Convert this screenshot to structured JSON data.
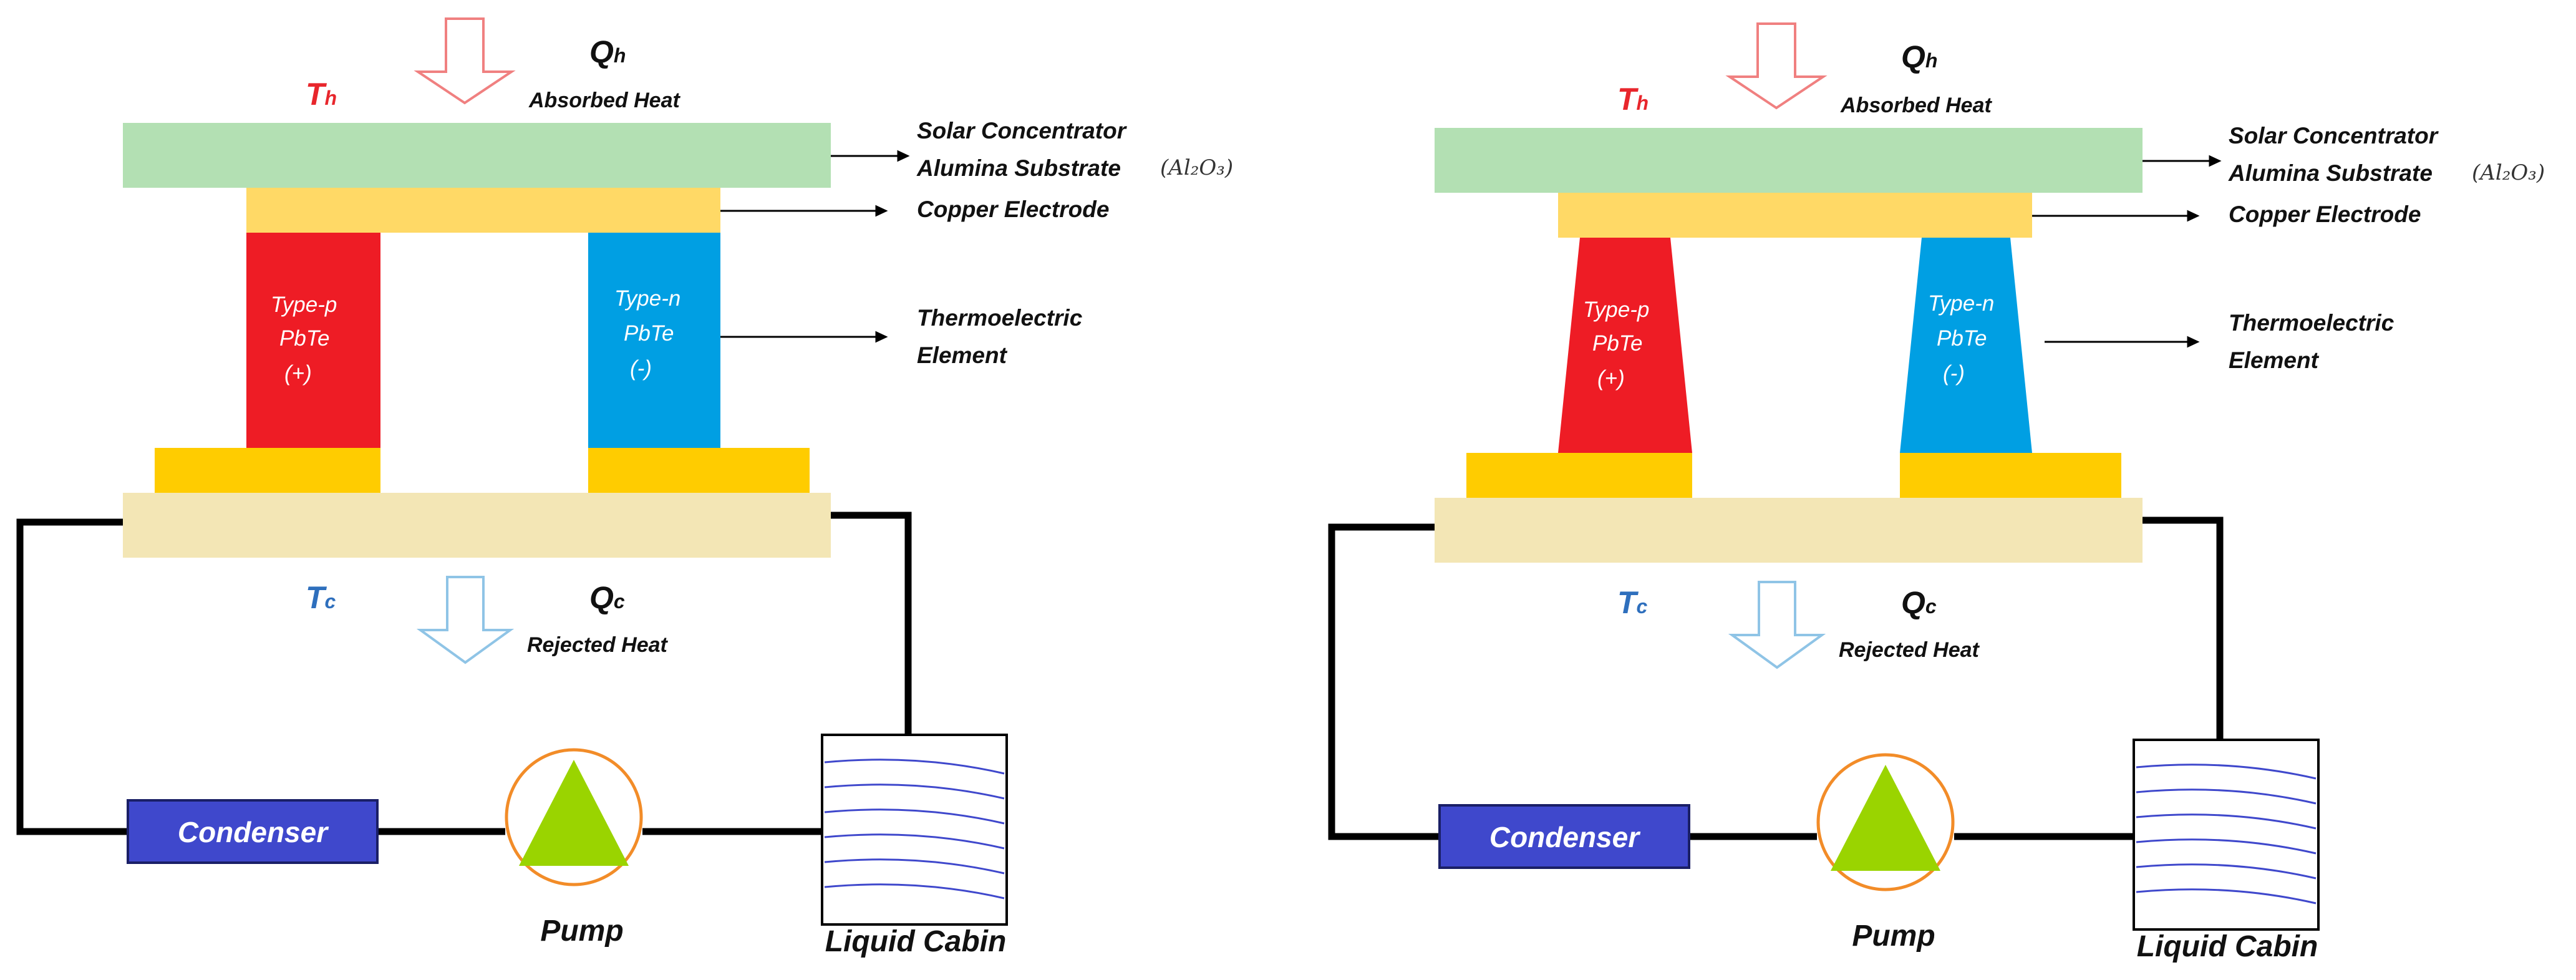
{
  "diagrams": [
    {
      "variant": "rectangular-legs",
      "q_hot": "Q",
      "q_hot_sub": "h",
      "absorbed_heat": "Absorbed Heat",
      "t_hot": "T",
      "t_hot_sub": "h",
      "solar_concentrator": "Solar Concentrator",
      "alumina_substrate": "Alumina Substrate",
      "al2o3": "(Al₂O₃)",
      "copper_electrode": "Copper Electrode",
      "thermoelectric_line1": "Thermoelectric",
      "thermoelectric_line2": "Element",
      "p_type": [
        "Type-p",
        "PbTe",
        "(+)"
      ],
      "n_type": [
        "Type-n",
        "PbTe",
        "(-)"
      ],
      "t_cold": "T",
      "t_cold_sub": "c",
      "q_cold": "Q",
      "q_cold_sub": "c",
      "rejected_heat": "Rejected Heat",
      "condenser": "Condenser",
      "pump": "Pump",
      "liquid_cabin": "Liquid Cabin"
    },
    {
      "variant": "trapezoidal-legs",
      "q_hot": "Q",
      "q_hot_sub": "h",
      "absorbed_heat": "Absorbed Heat",
      "t_hot": "T",
      "t_hot_sub": "h",
      "solar_concentrator": "Solar Concentrator",
      "alumina_substrate": "Alumina Substrate",
      "al2o3": "(Al₂O₃)",
      "copper_electrode": "Copper Electrode",
      "thermoelectric_line1": "Thermoelectric",
      "thermoelectric_line2": "Element",
      "p_type": [
        "Type-p",
        "PbTe",
        "(+)"
      ],
      "n_type": [
        "Type-n",
        "PbTe",
        "(-)"
      ],
      "t_cold": "T",
      "t_cold_sub": "c",
      "q_cold": "Q",
      "q_cold_sub": "c",
      "rejected_heat": "Rejected Heat",
      "condenser": "Condenser",
      "pump": "Pump",
      "liquid_cabin": "Liquid Cabin"
    }
  ],
  "colors": {
    "solar_concentrator": "#b3e0b3",
    "copper_electrode": "#ffd966",
    "cold_electrode": "#ffcc00",
    "cold_substrate": "#f3e6b5",
    "p_type": "#ee1c25",
    "n_type": "#009fe3",
    "condenser": "#3f48cc",
    "pump_ring": "#f28c28",
    "pump_triangle": "#9ad400",
    "coil": "#3f48cc",
    "arrow_hot": "#f08080",
    "arrow_cold": "#8fc4e6",
    "pipe": "#000000"
  }
}
